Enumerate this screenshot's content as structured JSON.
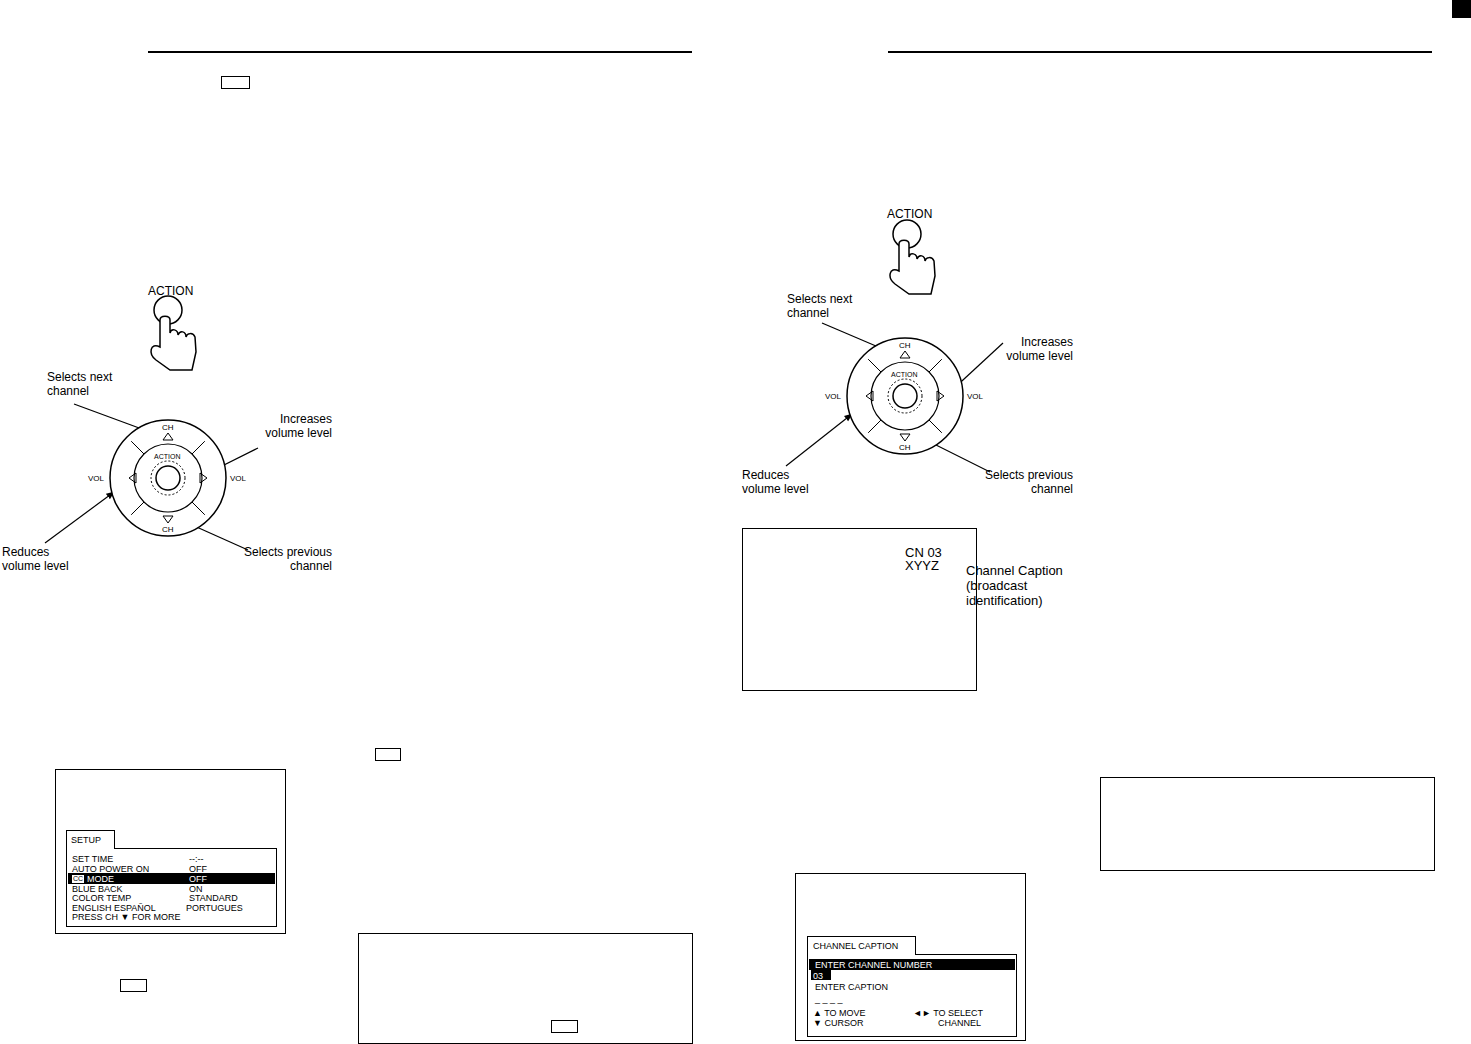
{
  "diagram": {
    "nodes": [
      {
        "text": [
          "CH",
          "VOL",
          "ACTION",
          "VOL",
          "CH"
        ]
      },
      {
        "text": []
      },
      {
        "text": [
          "SETUP",
          "SET TIME",
          "--:--",
          "AUTO POWER ON",
          "OFF",
          "CC",
          "MODE",
          "OFF",
          "BLUE BACK",
          "ON",
          "COLOR TEMP",
          "STANDARD",
          "ENGLISH",
          "ESPAÑOL",
          "PORTUGUES",
          "PRESS CH ▼ FOR MORE"
        ],
        "in": 1
      },
      {
        "text": [
          "CH",
          "VOL",
          "ACTION",
          "VOL",
          "CH"
        ]
      },
      {
        "text": [
          "CN 03",
          "XYYZ"
        ]
      },
      {
        "text": []
      },
      {
        "text": [
          "CHANNEL CAPTION",
          "ENTER CHANNEL NUMBER",
          "03",
          "ENTER CAPTION",
          "_ _ _ _",
          "▲ TO MOVE",
          "▼ CURSOR",
          "◄► TO SELECT",
          "CHANNEL"
        ],
        "in": 5
      }
    ],
    "labels": [
      "ACTION",
      "Selects next channel",
      "Increases volume level",
      "Reduces volume level",
      "Selects previous channel",
      "ACTION",
      "Selects next channel",
      "Increases volume level",
      "Reduces volume level",
      "Selects previous channel",
      "Channel Caption (broadcast identification)"
    ]
  }
}
